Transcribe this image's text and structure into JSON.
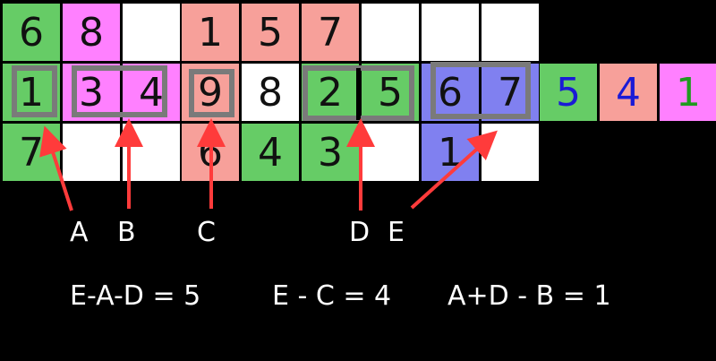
{
  "grid1": [
    [
      {
        "v": "6",
        "c": "green"
      },
      {
        "v": "8",
        "c": "pink"
      },
      {
        "v": "",
        "c": "white"
      }
    ],
    [
      {
        "v": "1",
        "c": "green"
      },
      {
        "v": "3",
        "c": "pink"
      },
      {
        "v": "4",
        "c": "pink"
      }
    ],
    [
      {
        "v": "7",
        "c": "green"
      },
      {
        "v": "",
        "c": "white"
      },
      {
        "v": "",
        "c": "white"
      }
    ]
  ],
  "grid2": [
    [
      {
        "v": "1",
        "c": "salmon"
      },
      {
        "v": "5",
        "c": "salmon"
      },
      {
        "v": "7",
        "c": "salmon"
      },
      {
        "v": "",
        "c": "white"
      },
      {
        "v": "",
        "c": "white"
      },
      {
        "v": "",
        "c": "white"
      }
    ],
    [
      {
        "v": "9",
        "c": "salmon"
      },
      {
        "v": "8",
        "c": "white"
      },
      {
        "v": "2",
        "c": "green"
      },
      {
        "v": "5",
        "c": "green"
      },
      {
        "v": "6",
        "c": "blue"
      },
      {
        "v": "7",
        "c": "blue"
      }
    ],
    [
      {
        "v": "6",
        "c": "salmon"
      },
      {
        "v": "4",
        "c": "green"
      },
      {
        "v": "3",
        "c": "green"
      },
      {
        "v": "",
        "c": "white"
      },
      {
        "v": "1",
        "c": "blue"
      },
      {
        "v": "",
        "c": "white"
      }
    ]
  ],
  "legend": [
    {
      "v": "5",
      "bg": "#66cc66",
      "fg": "#1a1ad6"
    },
    {
      "v": "4",
      "bg": "#f7a09a",
      "fg": "#1a1ad6"
    },
    {
      "v": "1",
      "bg": "#ff80ff",
      "fg": "#1e9a1e"
    }
  ],
  "labels": {
    "a": "A",
    "b": "B",
    "c": "C",
    "d": "D",
    "e": "E"
  },
  "equations": [
    "E-A-D = 5",
    "E - C = 4",
    "A+D - B = 1"
  ],
  "colors": {
    "green": "#66cc66",
    "pink": "#ff80ff",
    "salmon": "#f7a09a",
    "blue": "#8080f0",
    "white": "#ffffff",
    "arrow": "#ff3b3b",
    "box": "#7a7a7a"
  }
}
